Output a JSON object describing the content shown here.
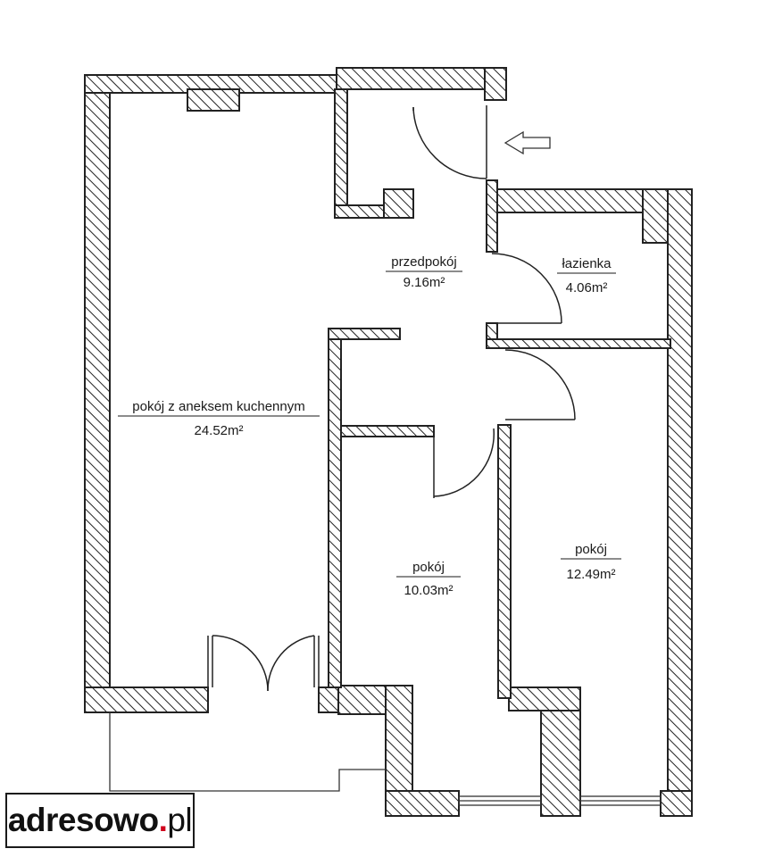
{
  "rooms": {
    "living": {
      "name": "pokój z aneksem kuchennym",
      "area": "24.52m²"
    },
    "hall": {
      "name": "przedpokój",
      "area": "9.16m²"
    },
    "bath": {
      "name": "łazienka",
      "area": "4.06m²"
    },
    "room1": {
      "name": "pokój",
      "area": "10.03m²"
    },
    "room2": {
      "name": "pokój",
      "area": "12.49m²"
    }
  },
  "brand": {
    "name": "adresowo",
    "dot": ".",
    "tld": "pl"
  }
}
